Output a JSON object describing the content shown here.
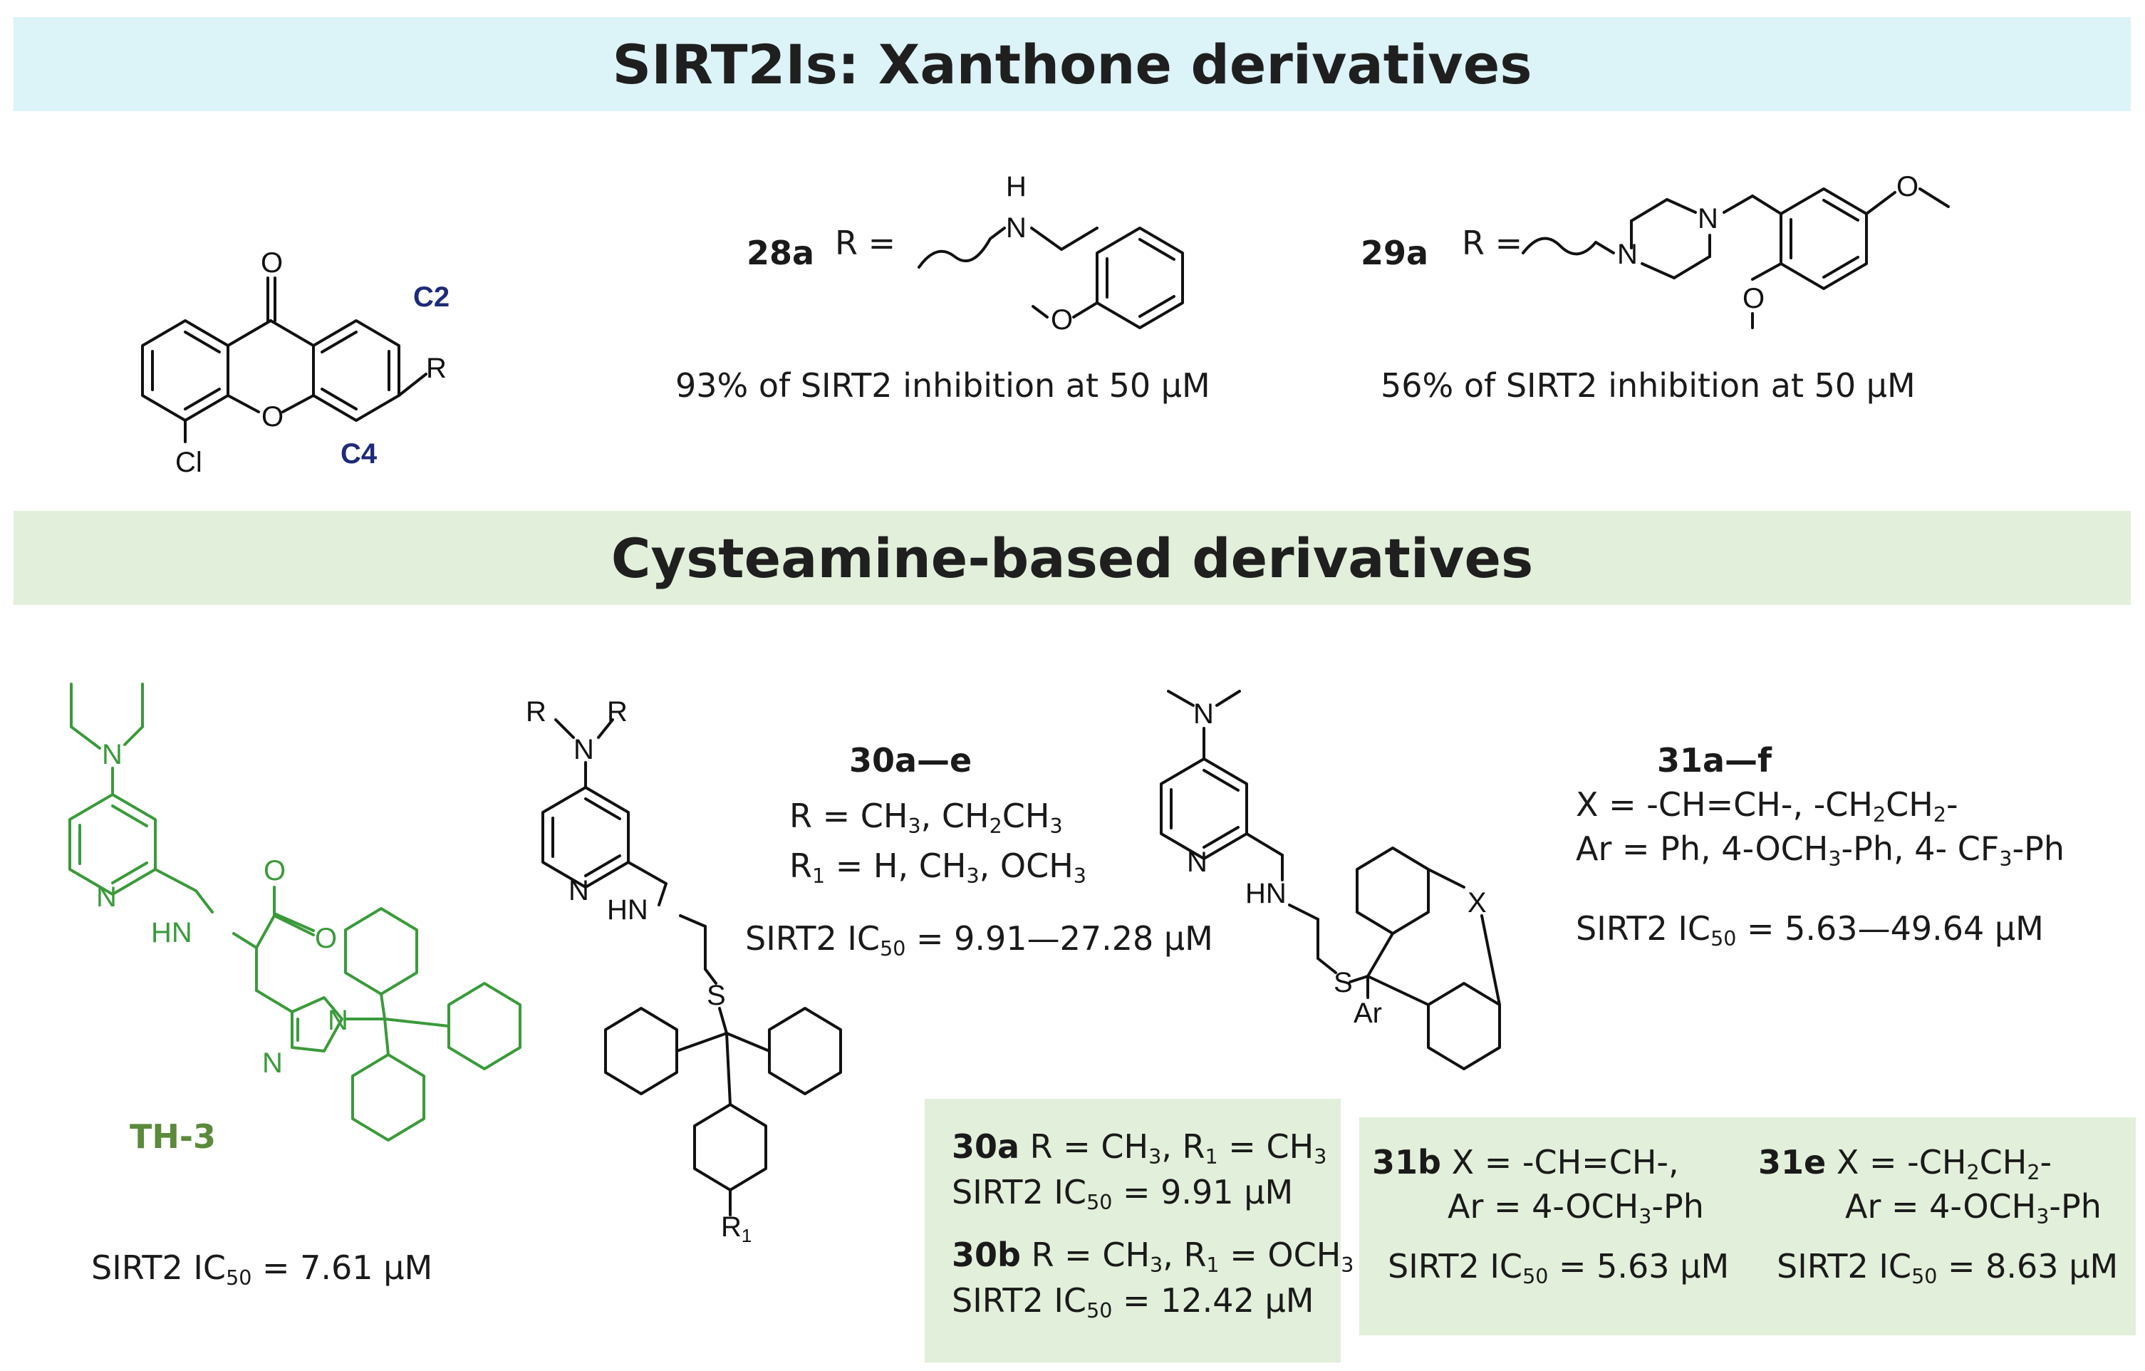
{
  "section1": {
    "title": "SIRT2Is: Xanthone derivatives",
    "scaffold": {
      "o": "O",
      "ring_o": "O",
      "cl": "Cl",
      "r": "R",
      "c2": "C2",
      "c4": "C4"
    },
    "c28a": {
      "label": "28a",
      "r_eq": "R =",
      "nh_h": "H",
      "nh_n": "N",
      "o": "O",
      "activity": "93% of SIRT2 inhibition at 50 μM"
    },
    "c29a": {
      "label": "29a",
      "r_eq": "R =",
      "n1": "N",
      "n2": "N",
      "o1": "O",
      "o2": "O",
      "activity": "56% of SIRT2 inhibition at 50 μM"
    }
  },
  "section2": {
    "title": "Cysteamine-based derivatives",
    "th3": {
      "label": "TH-3",
      "n_top": "N",
      "n_py": "N",
      "hn": "HN",
      "o1": "O",
      "o2": "O",
      "n_im1": "N",
      "n_im2": "N",
      "ic50": {
        "pre": "SIRT2 IC",
        "sub": "50",
        "post": " = 7.61 μM"
      }
    },
    "c30": {
      "mol": {
        "r1": "R",
        "n": "N",
        "r2": "R",
        "n_py": "N",
        "hn": "HN",
        "s": "S",
        "r1_sub": "R",
        "r1_sub_num": "1"
      },
      "header": "30a—e",
      "r_line": {
        "a": "R = CH",
        "a_sub": "3",
        "b": ", CH",
        "b_sub": "2",
        "c": "CH",
        "c_sub": "3"
      },
      "r1_line": {
        "a": "R",
        "a_sub": "1",
        "b": " = H, CH",
        "b_sub": "3",
        "c": ", OCH",
        "c_sub": "3"
      },
      "ic50": {
        "pre": "SIRT2 IC",
        "sub": "50",
        "post": " = 9.91—27.28 μM"
      }
    },
    "c31": {
      "mol": {
        "n_top": "N",
        "n_py": "N",
        "hn": "HN",
        "s": "S",
        "x": "X",
        "ar": "Ar"
      },
      "header": "31a—f",
      "x_line": {
        "a": "X = -CH=CH-, -CH",
        "a_sub": "2",
        "b": "CH",
        "b_sub": "2",
        "c": "-"
      },
      "ar_line": {
        "a": "Ar = Ph, 4-OCH",
        "a_sub": "3",
        "b": "-Ph, 4- CF",
        "b_sub": "3",
        "c": "-Ph"
      },
      "ic50": {
        "pre": "SIRT2 IC",
        "sub": "50",
        "post": " = 5.63—49.64 μM"
      }
    },
    "box30": {
      "a_label": "30a",
      "a_r": " R = CH",
      "a_r_sub": "3",
      "a_r1": ", R",
      "a_r1_sub": "1",
      "a_r1_val": " = CH",
      "a_r1_val_sub": "3",
      "a_ic": {
        "pre": "SIRT2 IC",
        "sub": "50",
        "post": " = 9.91 μM"
      },
      "b_label": "30b",
      "b_r": " R = CH",
      "b_r_sub": "3",
      "b_r1": ", R",
      "b_r1_sub": "1",
      "b_r1_val": " = OCH",
      "b_r1_val_sub": "3",
      "b_ic": {
        "pre": "SIRT2 IC",
        "sub": "50",
        "post": " = 12.42 μM"
      }
    },
    "box31": {
      "b_label": "31b",
      "b_x": " X = -CH=CH-,",
      "b_ar": "Ar = 4-OCH",
      "b_ar_sub": "3",
      "b_ar_post": "-Ph",
      "b_ic": {
        "pre": "SIRT2 IC",
        "sub": "50",
        "post": " = 5.63 μM"
      },
      "e_label": "31e",
      "e_x": " X = -CH",
      "e_x_sub": "2",
      "e_x_mid": "CH",
      "e_x_sub2": "2",
      "e_x_post": "-",
      "e_ar": "Ar = 4-OCH",
      "e_ar_sub": "3",
      "e_ar_post": "-Ph",
      "e_ic": {
        "pre": "SIRT2 IC",
        "sub": "50",
        "post": " = 8.63 μM"
      }
    }
  }
}
